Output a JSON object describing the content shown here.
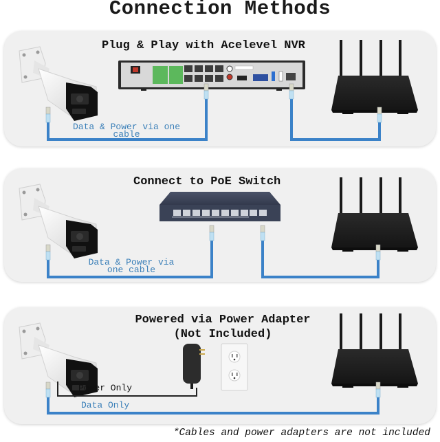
{
  "title": "Connection Methods",
  "panels": [
    {
      "title": "Plug & Play with Acelevel NVR",
      "hub_device": "NVR",
      "cable_label_line1": "Data & Power via one",
      "cable_label_line2": "cable",
      "devices": [
        "bullet-camera",
        "nvr-recorder",
        "wifi-router"
      ]
    },
    {
      "title": "Connect to PoE Switch",
      "hub_device": "PoE Switch",
      "cable_label_line1": "Data & Power via",
      "cable_label_line2": "one cable",
      "devices": [
        "bullet-camera",
        "poe-switch",
        "wifi-router"
      ]
    },
    {
      "title_line1": "Powered via Power Adapter",
      "title_line2": "(Not Included)",
      "power_label": "Power Only",
      "data_label": "Data Only",
      "devices": [
        "bullet-camera",
        "power-adapter",
        "wall-outlet",
        "wifi-router"
      ]
    }
  ],
  "colors": {
    "cable_blue": "#3b82c8",
    "cable_text": "#3a7fb8",
    "panel_bg": "#f0f0f0",
    "device_dark": "#1e1e1e",
    "switch_navy": "#3a4256",
    "terminal_green": "#5cb85c"
  },
  "footnote": "*Cables and power adapters are not included"
}
